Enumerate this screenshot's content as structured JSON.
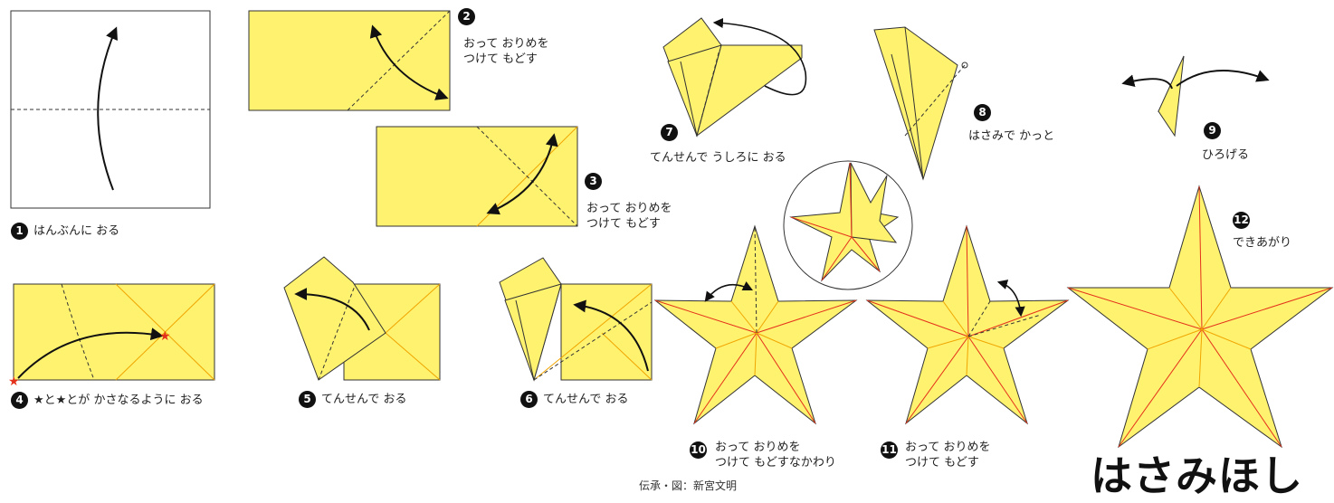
{
  "title": "はさみほし",
  "credit": "伝承・図：新宮文明",
  "colors": {
    "paper": "#fff26e",
    "fold": "#f0a500",
    "crease_red": "#e4311b",
    "outline": "#333333"
  },
  "steps": [
    {
      "num": "1",
      "text": "はんぶんに おる"
    },
    {
      "num": "2",
      "line1": "おって おりめを",
      "line2": "つけて もどす"
    },
    {
      "num": "3",
      "line1": "おって おりめを",
      "line2": "つけて もどす"
    },
    {
      "num": "4",
      "text": "★と★とが かさなるように おる"
    },
    {
      "num": "5",
      "text": "てんせんで おる"
    },
    {
      "num": "6",
      "text": "てんせんで おる"
    },
    {
      "num": "7",
      "text": "てんせんで うしろに おる"
    },
    {
      "num": "8",
      "text": "はさみで かっと"
    },
    {
      "num": "9",
      "text": "ひろげる"
    },
    {
      "num": "10",
      "line1": "おって おりめを",
      "line2": "つけて もどすなかわり"
    },
    {
      "num": "11",
      "line1": "おって おりめを",
      "line2": "つけて もどす"
    },
    {
      "num": "12",
      "text": "できあがり"
    }
  ]
}
